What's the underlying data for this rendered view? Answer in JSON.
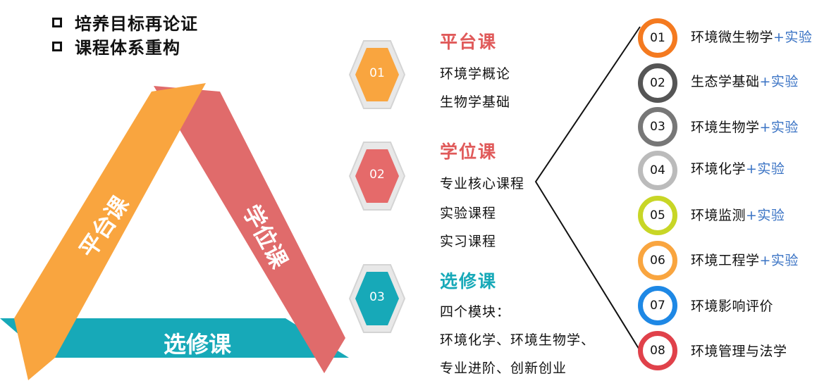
{
  "header": {
    "items": [
      "培养目标再论证",
      "课程体系重构"
    ]
  },
  "triangle": {
    "left_label": "平台课",
    "right_label": "学位课",
    "bottom_label": "选修课",
    "colors": {
      "left": "#f9a53f",
      "right": "#e06b6b",
      "bottom": "#17a9b8"
    }
  },
  "categories": [
    {
      "num": "01",
      "title": "平台课",
      "color": "#e05a5a",
      "hex_color": "#f9a53f",
      "items": [
        "环境学概论",
        "生物学基础"
      ]
    },
    {
      "num": "02",
      "title": "学位课",
      "color": "#e05a5a",
      "hex_color": "#e56a6a",
      "items": [
        "专业核心课程",
        "实验课程",
        "实习课程"
      ]
    },
    {
      "num": "03",
      "title": "选修课",
      "color": "#17a9b8",
      "hex_color": "#17a9b8",
      "items": [
        "四个模块：",
        "环境化学、环境生物学、",
        "专业进阶、创新创业"
      ]
    }
  ],
  "courses": [
    {
      "num": "01",
      "name": "环境微生物学",
      "suffix": "+实验",
      "color": "#f47a20"
    },
    {
      "num": "02",
      "name": "生态学基础",
      "suffix": "+实验",
      "color": "#555555"
    },
    {
      "num": "03",
      "name": "环境生物学",
      "suffix": "+实验",
      "color": "#777777"
    },
    {
      "num": "04",
      "name": "环境化学",
      "suffix": "+实验",
      "color": "#bbbbbb"
    },
    {
      "num": "05",
      "name": "环境监测",
      "suffix": "+实验",
      "color": "#c8d626"
    },
    {
      "num": "06",
      "name": "环境工程学",
      "suffix": "+实验",
      "color": "#f9a53f"
    },
    {
      "num": "07",
      "name": "环境影响评价",
      "suffix": "",
      "color": "#1e88e5"
    },
    {
      "num": "08",
      "name": "环境管理与法学",
      "suffix": "",
      "color": "#e0414a"
    }
  ]
}
